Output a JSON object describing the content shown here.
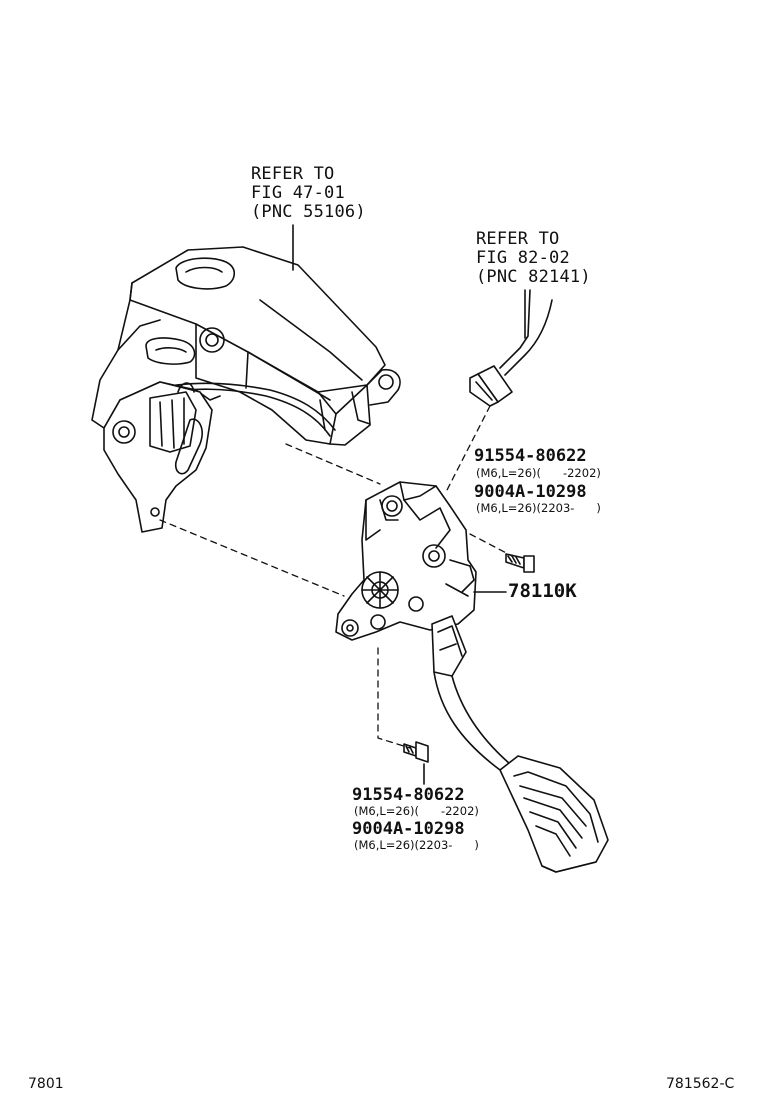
{
  "refer_pedal_bracket": {
    "line1": "REFER TO",
    "line2": "FIG 47-01",
    "line3": "(PNC 55106)"
  },
  "refer_wire": {
    "line1": "REFER TO",
    "line2": "FIG 82-02",
    "line3": "(PNC 82141)"
  },
  "right_bolt": {
    "part_a": "91554-80622",
    "spec_a": "(M6,L=26)(      -2202)",
    "part_b": "9004A-10298",
    "spec_b": "(M6,L=26)(2203-      )"
  },
  "pedal_assembly": {
    "part": "78110K"
  },
  "bottom_bolt": {
    "part_a": "91554-80622",
    "spec_a": "(M6,L=26)(      -2202)",
    "part_b": "9004A-10298",
    "spec_b": "(M6,L=26)(2203-      )"
  },
  "footer": {
    "left_code": "7801",
    "right_code": "781562-C"
  }
}
